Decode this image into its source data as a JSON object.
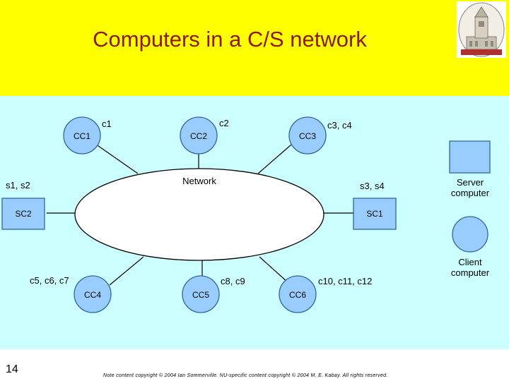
{
  "slide": {
    "title": "Computers in a C/S network",
    "page_number": "14",
    "footnote": "Note content copyright © 2004 Ian Sommerville. NU-specific content copyright © 2004 M. E. Kabay. All rights reserved.",
    "logo_icon": "university-building-logo-icon"
  },
  "colors": {
    "header_bg": "#ffff00",
    "title_color": "#8b1a1a",
    "diagram_bg": "#ccffff",
    "node_fill": "#99ccff",
    "node_stroke": "#336699"
  },
  "diagram": {
    "network_label": "Network",
    "clients": [
      {
        "id": "CC1",
        "services": "c1"
      },
      {
        "id": "CC2",
        "services": "c2"
      },
      {
        "id": "CC3",
        "services": "c3, c4"
      },
      {
        "id": "CC4",
        "services": "c5, c6, c7"
      },
      {
        "id": "CC5",
        "services": "c8, c9"
      },
      {
        "id": "CC6",
        "services": "c10, c11, c12"
      }
    ],
    "servers": [
      {
        "id": "SC2",
        "services": "s1, s2"
      },
      {
        "id": "SC1",
        "services": "s3, s4"
      }
    ],
    "legend": {
      "server_label_line1": "Server",
      "server_label_line2": "computer",
      "client_label_line1": "Client",
      "client_label_line2": "computer"
    }
  }
}
